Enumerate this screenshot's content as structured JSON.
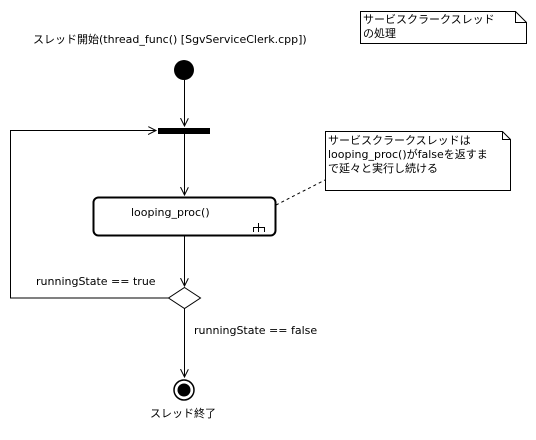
{
  "diagram": {
    "start_label": "スレッド開始(thread_func() [SgvServiceClerk.cpp])",
    "action_label": "looping_proc()",
    "guard_true": "runningState == true",
    "guard_false": "runningState == false",
    "end_label": "スレッド終了",
    "note_top": {
      "line1": "サービスクラークスレッド",
      "line2": "の処理"
    },
    "note_mid": {
      "line1": "サービスクラークスレッドは",
      "line2": "looping_proc()がfalseを返すま",
      "line3": "で延々と実行し続ける"
    }
  },
  "colors": {
    "stroke": "#000000",
    "background": "#ffffff"
  }
}
